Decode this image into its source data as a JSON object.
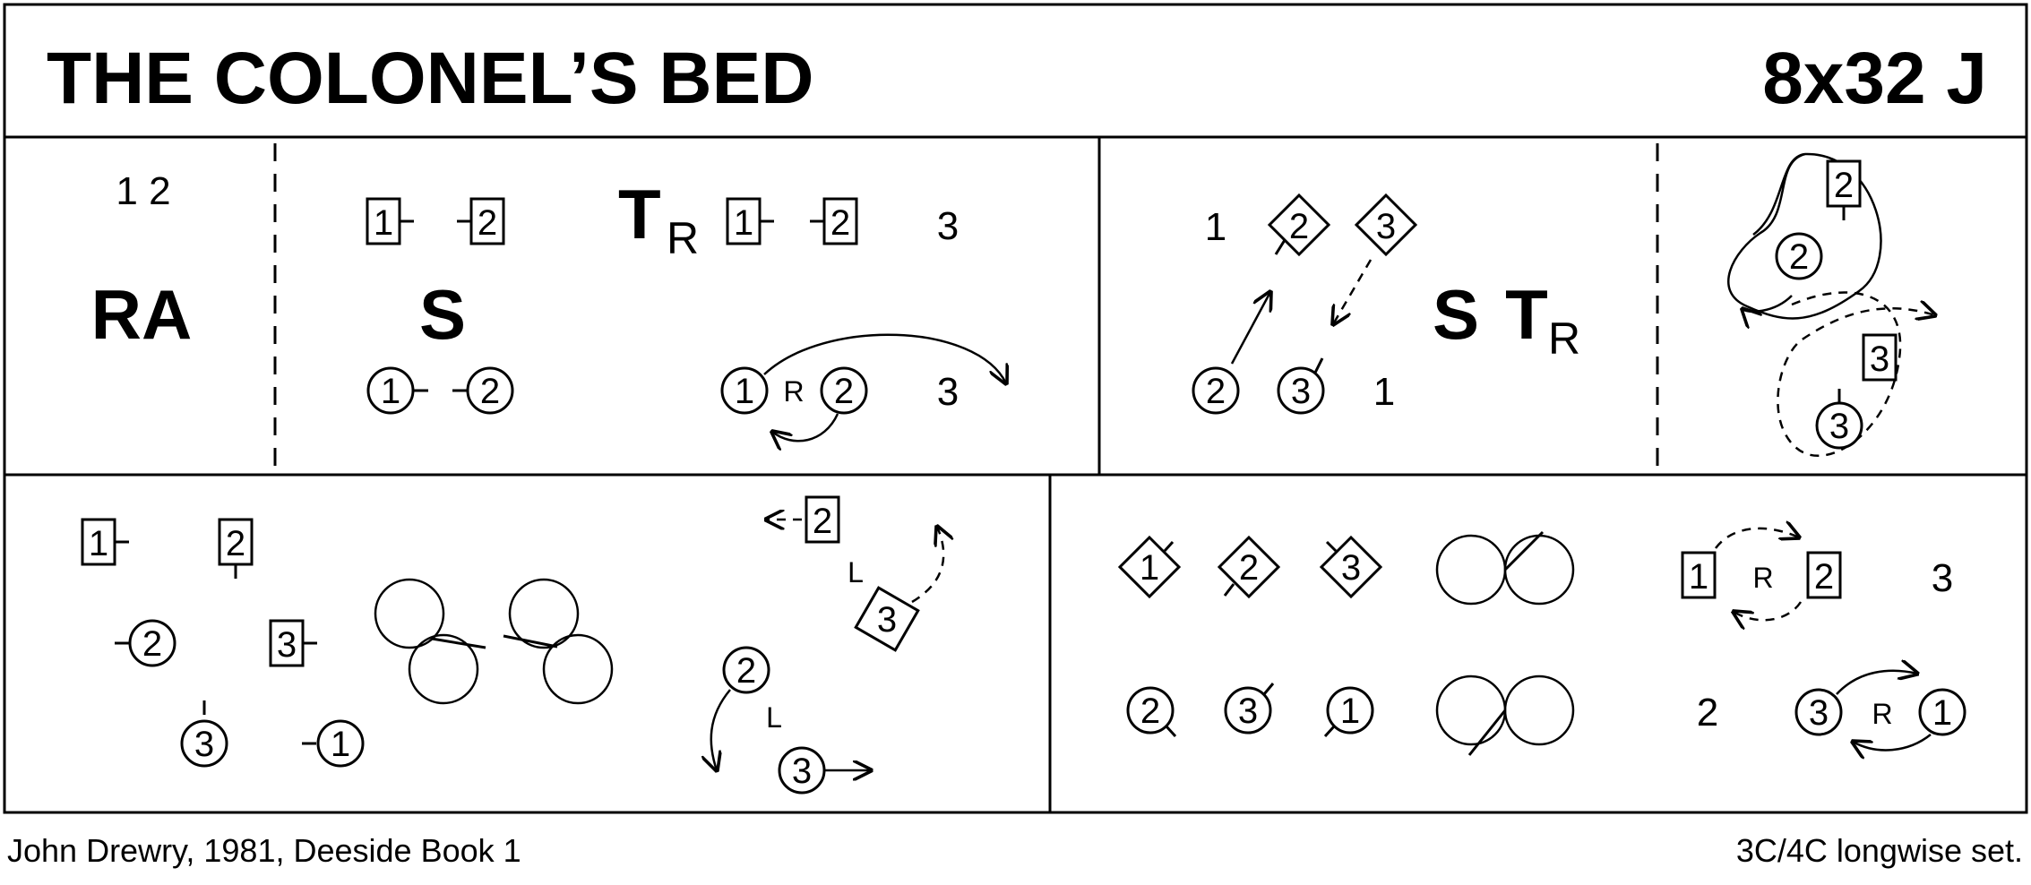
{
  "title": "THE COLONEL’S BED",
  "dance_code": "8x32 J",
  "footer": {
    "left": "John Drewry, 1981, Deeside Book 1",
    "right": "3C/4C longwise set."
  },
  "cells": {
    "bars_1_2": "1 2",
    "figure_ra": "RA",
    "set_s": "S",
    "turn_t": "T",
    "turn_r_sub": "R",
    "s_t_s": "S",
    "s_t_t": "T",
    "s_t_r": "R",
    "rights_r1": "R",
    "rights_r2": "R",
    "rights_r3": "R",
    "left_l1": "L",
    "left_l2": "L"
  },
  "dancers": {
    "one": "1",
    "two": "2",
    "three": "3"
  }
}
